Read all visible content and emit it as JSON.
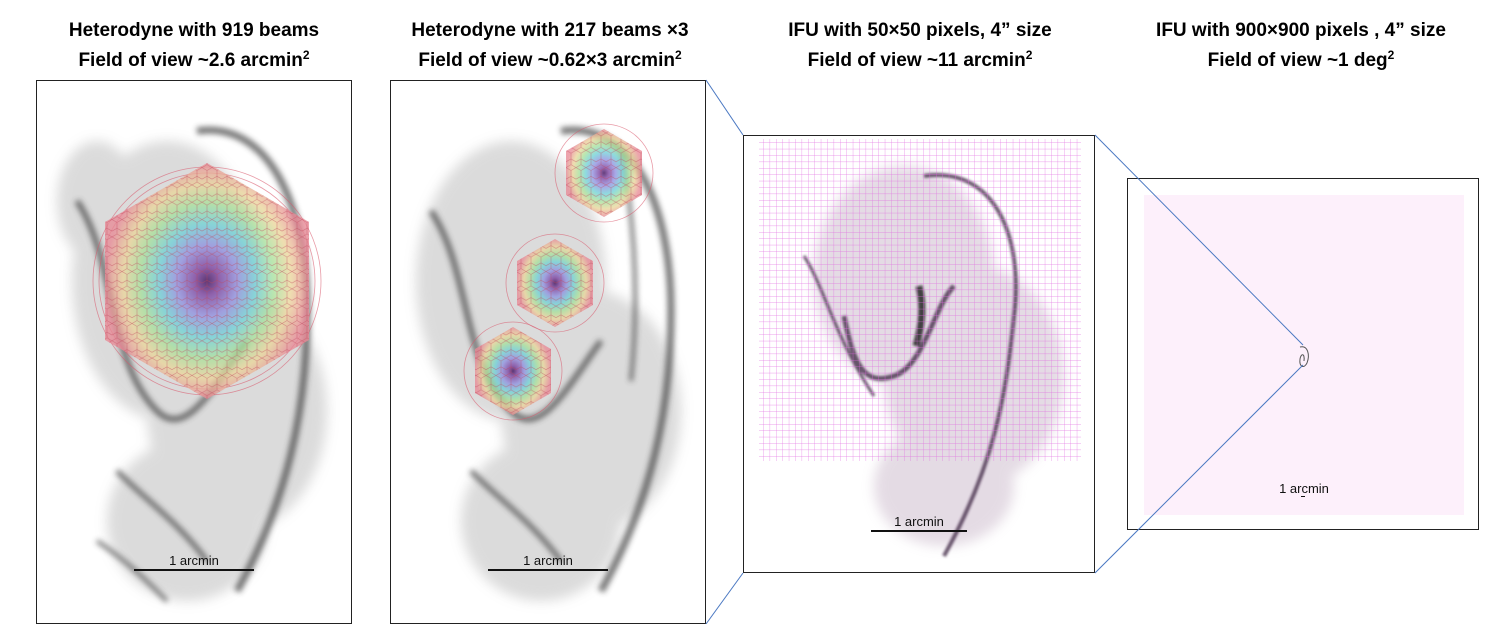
{
  "panels": [
    {
      "title_line1": "Heterodyne with 919 beams",
      "title_line2_prefix": "Field of view ~2.6 arcmin",
      "sup": "2",
      "scale_label": "1 arcmin"
    },
    {
      "title_line1": "Heterodyne with 217 beams ×3",
      "title_line2_prefix": "Field of view ~0.62×3 arcmin",
      "sup": "2",
      "scale_label": "1 arcmin"
    },
    {
      "title_line1": "IFU with 50×50 pixels, 4” size",
      "title_line2_prefix": "Field of view ~11 arcmin",
      "sup": "2",
      "scale_label": "1 arcmin"
    },
    {
      "title_line1": "IFU with 900×900 pixels , 4” size",
      "title_line2_prefix": "Field of view ~1 deg",
      "sup": "2",
      "scale_label": "1 arcmin"
    }
  ],
  "colors": {
    "frame": "#222222",
    "connector": "#4a78c2",
    "ifu_grid": "#e066e0",
    "ifu_fill": "#fdf0fb",
    "beam_outline": "#d9566b"
  }
}
